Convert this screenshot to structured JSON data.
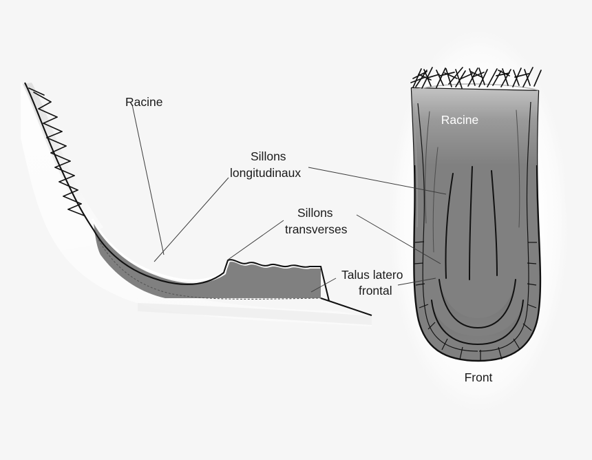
{
  "figure": {
    "title_visible": false,
    "background_color": "#f6f6f6",
    "body_color": "#808080",
    "halo_color": "#ffffff",
    "outline_color": "#111111",
    "leader_color": "#3a3a3a"
  },
  "labels": {
    "racine_left": "Racine",
    "sillons_longitudinaux_line1": "Sillons",
    "sillons_longitudinaux_line2": "longitudinaux",
    "sillons_transverses_line1": "Sillons",
    "sillons_transverses_line2": "transverses",
    "talus_line1": "Talus latero",
    "talus_line2": "frontal",
    "racine_right": "Racine",
    "front": "Front"
  },
  "views": {
    "left": {
      "name": "sagittal-profile-view",
      "description_visible": false
    },
    "right": {
      "name": "dorsal-nail-view",
      "description_visible": false
    }
  }
}
